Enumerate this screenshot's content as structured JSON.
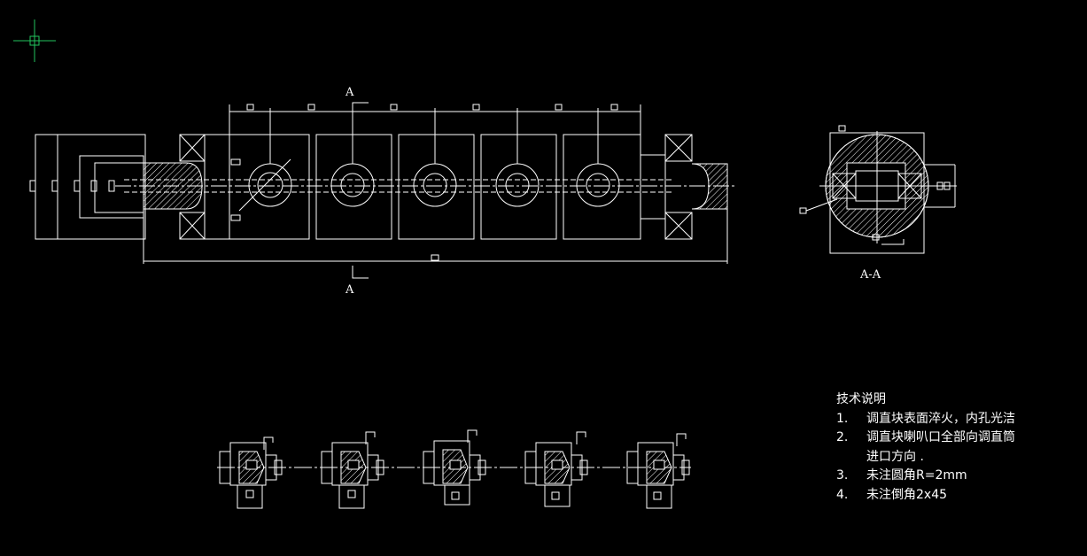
{
  "section_labels": {
    "top": "A",
    "bottom": "A",
    "section_view": "A-A"
  },
  "technical_notes": {
    "title": "技术说明",
    "items": [
      {
        "num": "1.",
        "lines": [
          "调直块表面淬火，内孔光洁"
        ]
      },
      {
        "num": "2.",
        "lines": [
          "调直块喇叭口全部向调直筒",
          "进口方向 ."
        ]
      },
      {
        "num": "3.",
        "lines": [
          "未注圆角R=2mm"
        ]
      },
      {
        "num": "4.",
        "lines": [
          "未注倒角2x45"
        ]
      }
    ]
  },
  "colors": {
    "background": "#000000",
    "lines": "#ffffff",
    "cursor": "#22c55e"
  }
}
